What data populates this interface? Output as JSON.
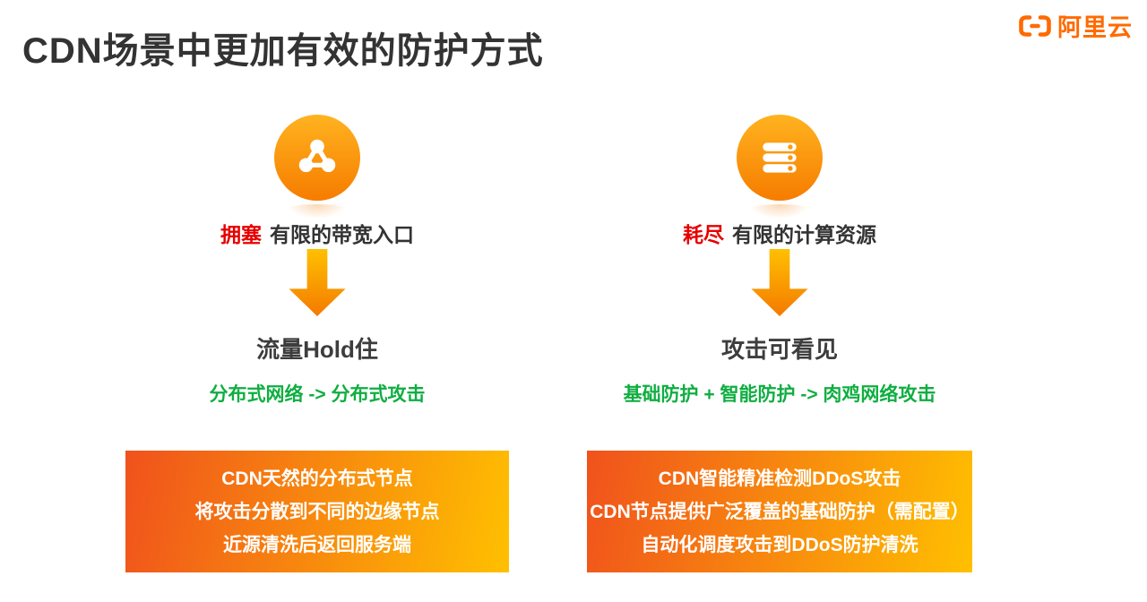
{
  "title": "CDN场景中更加有效的防护方式",
  "logo": {
    "brand": "阿里云",
    "icon": "alibaba-cloud-bracket-icon",
    "color": "#FF6A00"
  },
  "colors": {
    "accent_orange": "#FF6A00",
    "badge_gradient_top": "#FFB31F",
    "badge_gradient_bottom": "#F67C00",
    "highlight_red": "#E60000",
    "formula_green": "#0FAE41",
    "box_gradient_start": "#F0521C",
    "box_gradient_end": "#FFC000",
    "title_color": "#333333"
  },
  "columns": [
    {
      "icon": "network-nodes-icon",
      "label_highlight": "拥塞",
      "label_rest": "有限的带宽入口",
      "result": "流量Hold住",
      "formula": "分布式网络 -> 分布式攻击",
      "box_lines": [
        "CDN天然的分布式节点",
        "将攻击分散到不同的边缘节点",
        "近源清洗后返回服务端"
      ]
    },
    {
      "icon": "server-stack-icon",
      "label_highlight": "耗尽",
      "label_rest": "有限的计算资源",
      "result": "攻击可看见",
      "formula": "基础防护 + 智能防护 -> 肉鸡网络攻击",
      "box_lines": [
        "CDN智能精准检测DDoS攻击",
        "CDN节点提供广泛覆盖的基础防护（需配置）",
        "自动化调度攻击到DDoS防护清洗"
      ]
    }
  ]
}
